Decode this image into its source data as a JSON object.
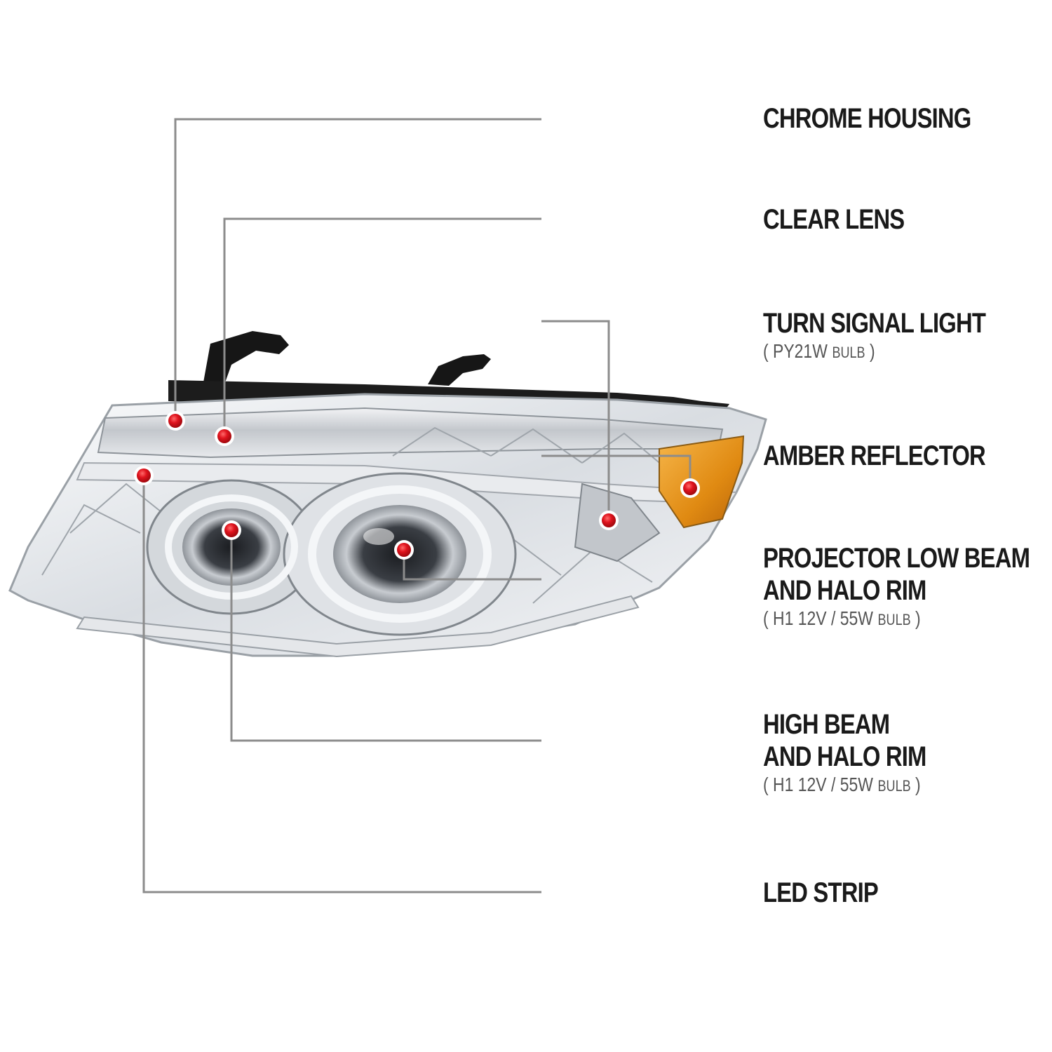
{
  "colors": {
    "leader_line": "#8c8c8c",
    "leader_accent": "#d0151f",
    "dot": "#e0141e",
    "amber": "#e08a12",
    "chrome": "#c9ccd0"
  },
  "callouts": [
    {
      "id": "chrome-housing",
      "title_lines": [
        "CHROME HOUSING"
      ]
    },
    {
      "id": "clear-lens",
      "title_lines": [
        "CLEAR LENS"
      ]
    },
    {
      "id": "turn-signal-light",
      "title_lines": [
        "TURN SIGNAL LIGHT"
      ],
      "bulb": "PY21W",
      "bulb_unit": "BULB"
    },
    {
      "id": "amber-reflector",
      "title_lines": [
        "AMBER REFLECTOR"
      ]
    },
    {
      "id": "projector-low-beam",
      "title_lines": [
        "PROJECTOR LOW BEAM",
        "AND HALO RIM"
      ],
      "bulb": "H1  12V / 55W",
      "bulb_unit": "BULB"
    },
    {
      "id": "high-beam",
      "title_lines": [
        "HIGH BEAM",
        "AND HALO RIM"
      ],
      "bulb": "H1  12V / 55W",
      "bulb_unit": "BULB"
    },
    {
      "id": "led-strip",
      "title_lines": [
        "LED STRIP"
      ]
    }
  ]
}
